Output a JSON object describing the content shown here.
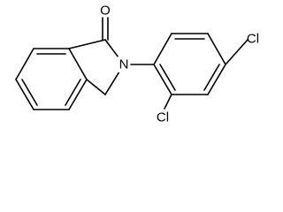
{
  "structure": {
    "atoms": {
      "oxygen": "O",
      "nitrogen": "N",
      "chlorine_upper": "Cl",
      "chlorine_lower": "Cl"
    }
  }
}
